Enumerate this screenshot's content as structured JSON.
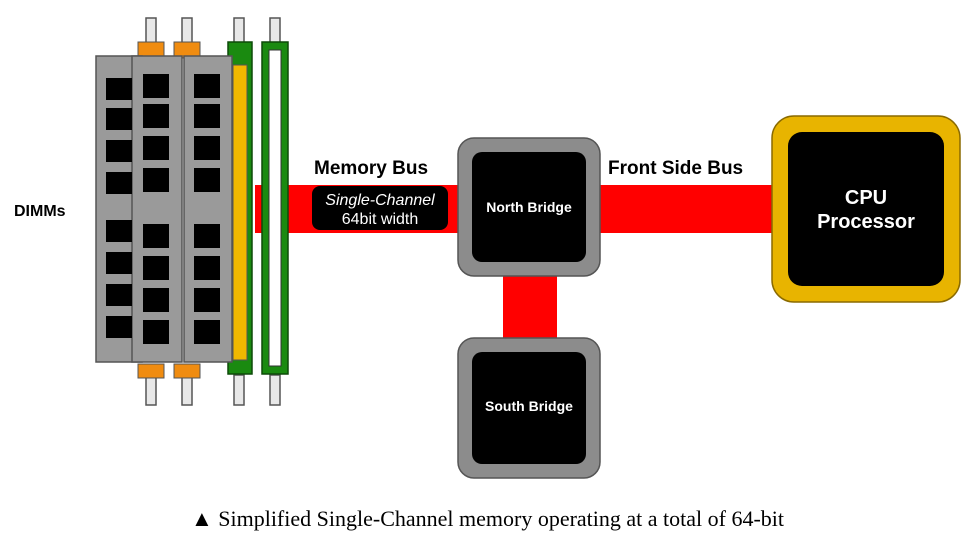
{
  "diagram": {
    "dimms_label": "DIMMs",
    "memory_bus": {
      "label": "Memory Bus",
      "line1": "Single-Channel",
      "line2": "64bit width"
    },
    "front_side_bus_label": "Front Side Bus",
    "north_bridge_label": "North Bridge",
    "south_bridge_label": "South Bridge",
    "cpu": {
      "line1": "CPU",
      "line2": "Processor"
    }
  },
  "caption": {
    "marker": "▲",
    "text": "Simplified Single-Channel memory operating at a total of 64-bit"
  },
  "colors": {
    "bus": "#ff0000",
    "chip_border": "#8c8c8c",
    "chip_fill": "#000000",
    "cpu_border": "#e8b400",
    "dimm_gray": "#9a9a9a",
    "dimm_orange": "#f08c10",
    "dimm_green": "#1a8a10",
    "dimm_yellow": "#f0b800"
  }
}
